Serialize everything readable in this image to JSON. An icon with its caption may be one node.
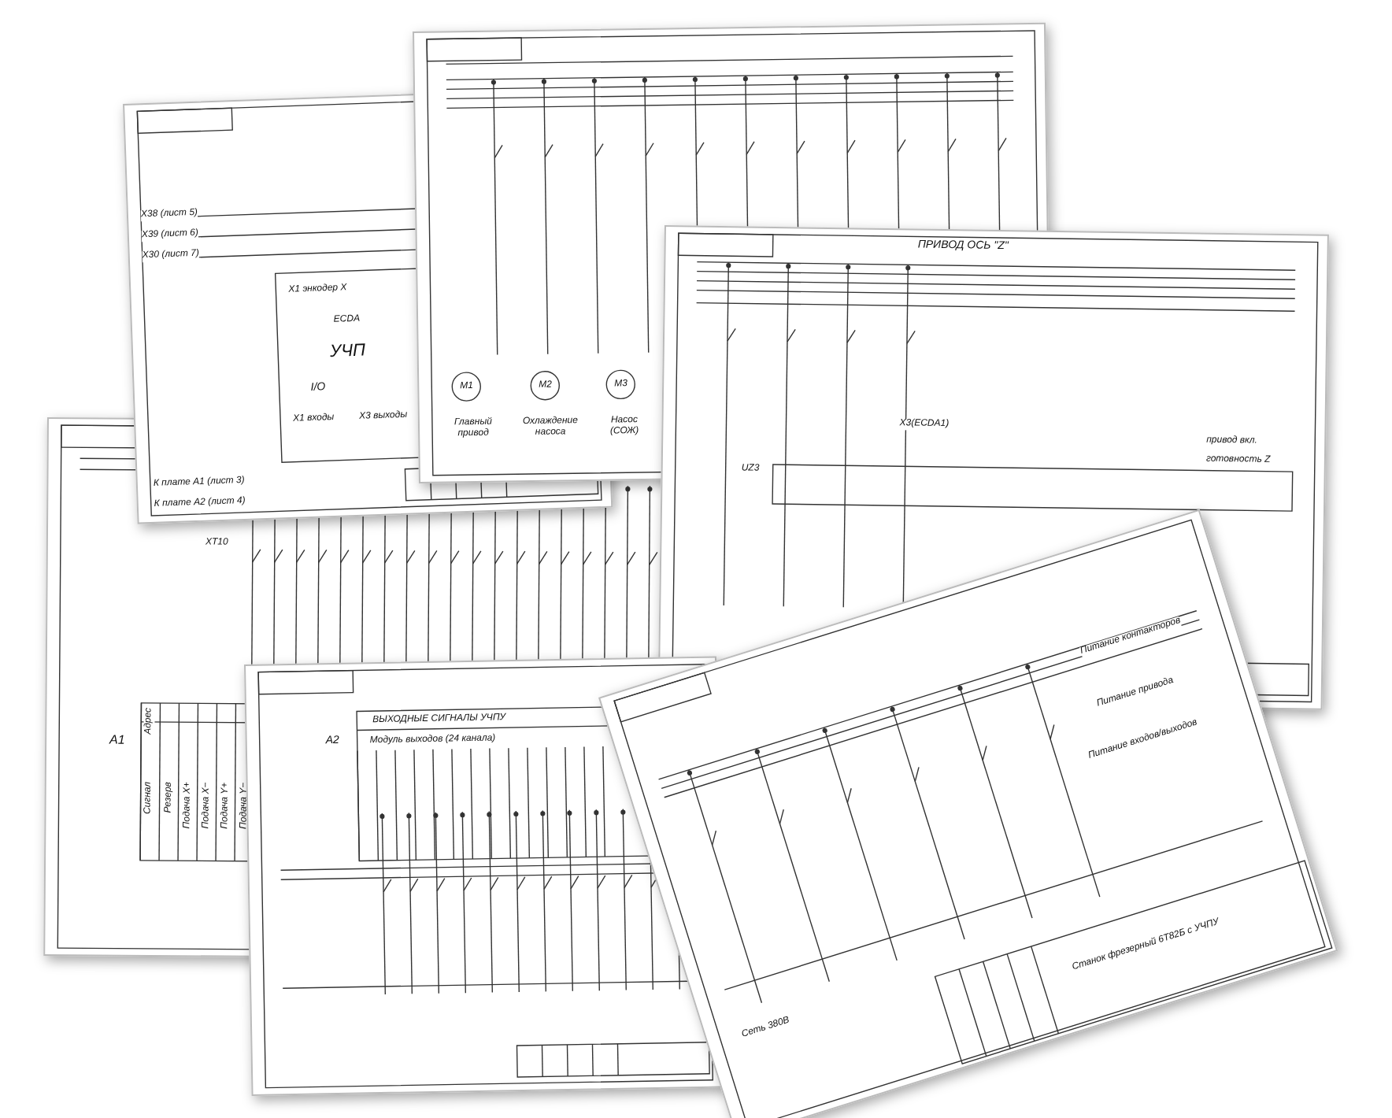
{
  "diagram": {
    "labels": [
      "M1",
      "M2",
      "M3",
      "Главный привод",
      "Охлаждение насоса",
      "Насос (СОЖ)",
      "X38 (лист 5)",
      "X39 (лист 6)",
      "X30 (лист 7)",
      "X1 энкодер X",
      "ECDA",
      "УЧП",
      "I/O",
      "X1 входы",
      "X3 выходы",
      "К плате А1 (лист 3)",
      "К плате А2 (лист 4)",
      "ПРИВОД ОСЬ \"Z\"",
      "X3(ECDA1)",
      "UZ3",
      "привод вкл.",
      "готовность Z",
      "XT10",
      "A1",
      "Адрес",
      "Сигнал",
      "Резерв",
      "Подача X+",
      "Подача X−",
      "Подача Y+",
      "Подача Y−",
      "A2",
      "ВЫХОДНЫЕ СИГНАЛЫ УЧПУ",
      "Модуль выходов (24 канала)",
      "Питание контакторов",
      "Питание привода",
      "Питание входов/выходов",
      "Сеть 380В",
      "Станок фрезерный 6Т82Б с УЧПУ"
    ]
  }
}
